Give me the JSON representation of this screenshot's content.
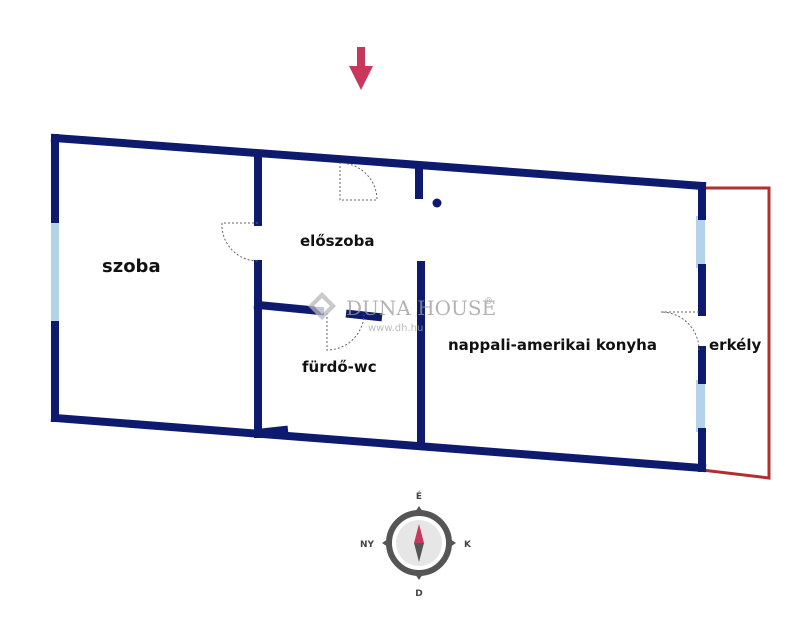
{
  "rooms": {
    "szoba": "szoba",
    "eloszoba": "előszoba",
    "furdo_wc": "fürdő-wc",
    "nappali": "nappali-amerikai konyha",
    "erkely": "erkély"
  },
  "watermark": {
    "brand": "DUNA HOUSE",
    "registered": "®",
    "url": "www.dh.hu"
  },
  "compass": {
    "north": "É",
    "east": "K",
    "south": "D",
    "west": "NY"
  },
  "colors": {
    "wall": "#0d1a6e",
    "window": "#b3d4e8",
    "balcony": "#b03030",
    "entrance_arrow": "#c8385c",
    "door_arc": "#666666"
  },
  "icons": {
    "entrance": "entrance-arrow-icon",
    "compass": "compass-icon",
    "logo": "duna-house-logo-icon"
  }
}
